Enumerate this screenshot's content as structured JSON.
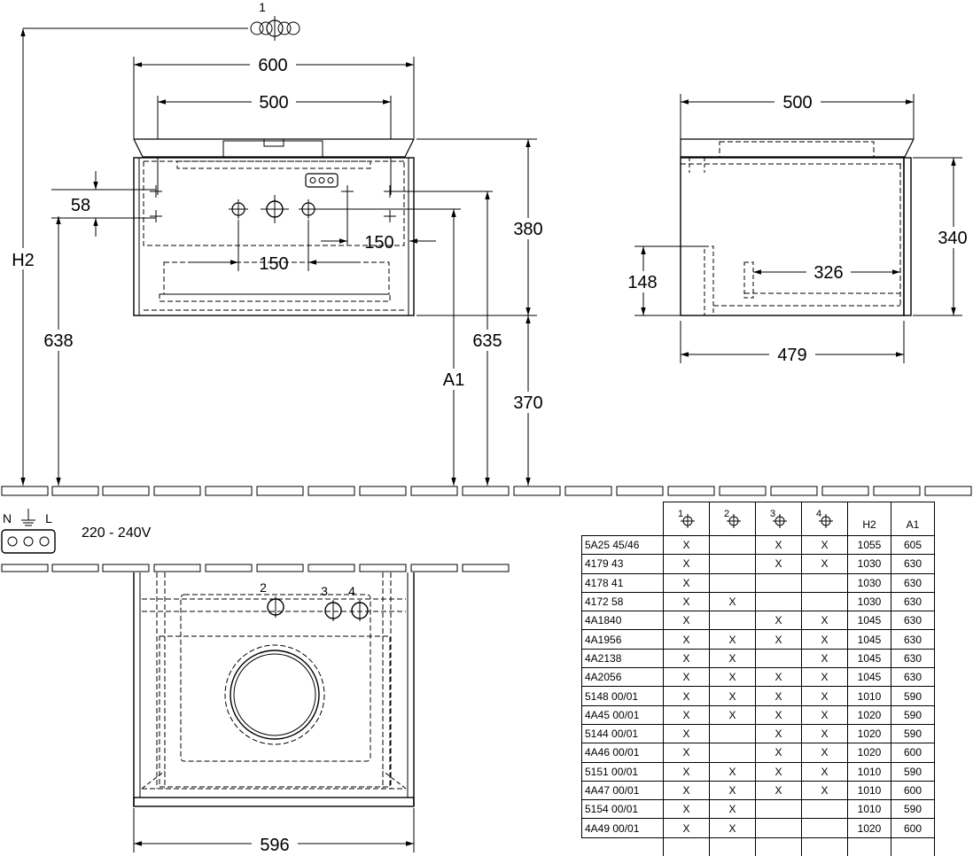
{
  "drawing": {
    "top_label": "1",
    "front": {
      "width_600": "600",
      "width_500": "500",
      "dim_58": "58",
      "dim_150_right": "150",
      "dim_150_bottom": "150",
      "dim_380": "380",
      "dim_370": "370",
      "dim_635": "635",
      "dim_638": "638",
      "label_h2": "H2",
      "label_a1": "A1"
    },
    "side": {
      "width_500": "500",
      "dim_340": "340",
      "dim_148": "148",
      "dim_326": "326",
      "dim_479": "479"
    },
    "electrical": {
      "n": "N",
      "l": "L",
      "voltage": "220 - 240V"
    },
    "top_view": {
      "label_2": "2",
      "label_3": "3",
      "label_4": "4",
      "width_596": "596"
    }
  },
  "table": {
    "headers": [
      "",
      "1",
      "2",
      "3",
      "4",
      "H2",
      "A1"
    ],
    "rows": [
      [
        "5A25 45/46",
        "X",
        "",
        "X",
        "X",
        "1055",
        "605"
      ],
      [
        "4179 43",
        "X",
        "",
        "X",
        "X",
        "1030",
        "630"
      ],
      [
        "4178 41",
        "X",
        "",
        "",
        "",
        "1030",
        "630"
      ],
      [
        "4172 58",
        "X",
        "X",
        "",
        "",
        "1030",
        "630"
      ],
      [
        "4A1840",
        "X",
        "",
        "X",
        "X",
        "1045",
        "630"
      ],
      [
        "4A1956",
        "X",
        "X",
        "X",
        "X",
        "1045",
        "630"
      ],
      [
        "4A2138",
        "X",
        "X",
        "",
        "X",
        "1045",
        "630"
      ],
      [
        "4A2056",
        "X",
        "X",
        "X",
        "X",
        "1045",
        "630"
      ],
      [
        "5148 00/01",
        "X",
        "X",
        "X",
        "X",
        "1010",
        "590"
      ],
      [
        "4A45 00/01",
        "X",
        "X",
        "X",
        "X",
        "1020",
        "590"
      ],
      [
        "5144 00/01",
        "X",
        "",
        "X",
        "X",
        "1020",
        "590"
      ],
      [
        "4A46 00/01",
        "X",
        "",
        "X",
        "X",
        "1020",
        "600"
      ],
      [
        "5151 00/01",
        "X",
        "X",
        "X",
        "X",
        "1010",
        "590"
      ],
      [
        "4A47 00/01",
        "X",
        "X",
        "X",
        "X",
        "1010",
        "600"
      ],
      [
        "5154 00/01",
        "X",
        "X",
        "",
        "",
        "1010",
        "590"
      ],
      [
        "4A49 00/01",
        "X",
        "X",
        "",
        "",
        "1020",
        "600"
      ]
    ]
  }
}
